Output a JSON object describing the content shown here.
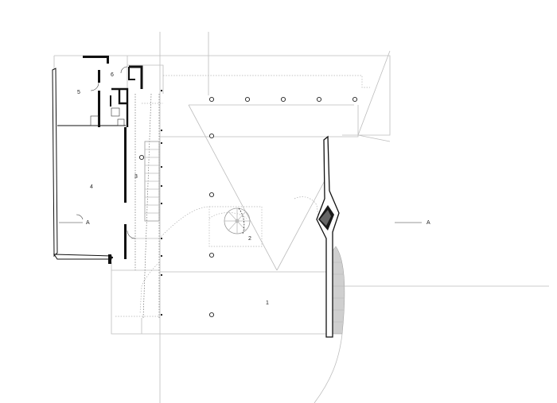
{
  "rooms": [
    {
      "id": "room-1",
      "label": "1"
    },
    {
      "id": "room-2",
      "label": "2"
    },
    {
      "id": "room-3",
      "label": "3"
    },
    {
      "id": "room-4",
      "label": "4"
    },
    {
      "id": "room-5",
      "label": "5"
    },
    {
      "id": "room-6",
      "label": "6"
    }
  ],
  "section_marker": {
    "left_label": "A",
    "right_label": "A"
  },
  "colors": {
    "wall": "#111111",
    "guide": "#bdbdbd",
    "hatch": "#c8c8c8"
  }
}
